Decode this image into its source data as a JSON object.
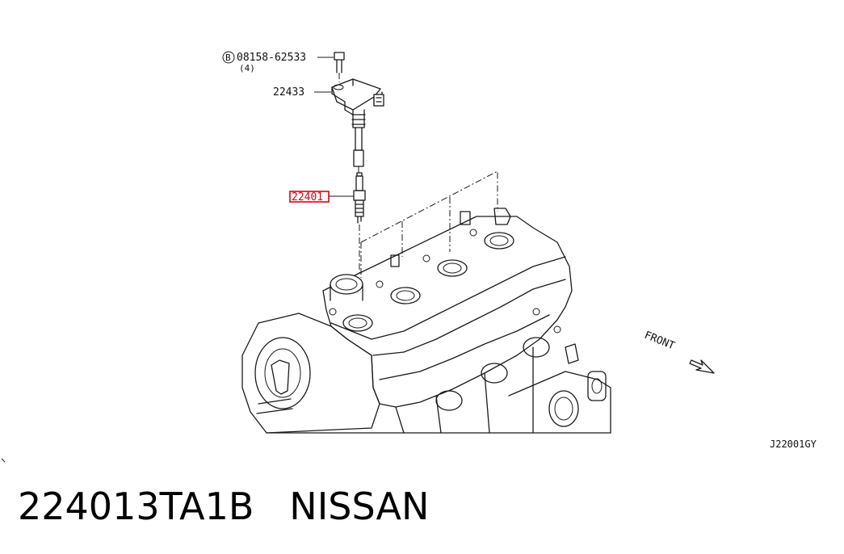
{
  "callouts": {
    "bolt": "08158-62533",
    "bolt_prefix": "B",
    "bolt_qty": "(4)",
    "coil": "22433",
    "plug": "22401"
  },
  "direction_label": "FRONT",
  "diagram_code": "J22001GY",
  "caption": {
    "part_number": "224013TA1B",
    "brand": "NISSAN"
  },
  "colors": {
    "highlight": "#e0000f",
    "ink": "#1a1a1a"
  }
}
